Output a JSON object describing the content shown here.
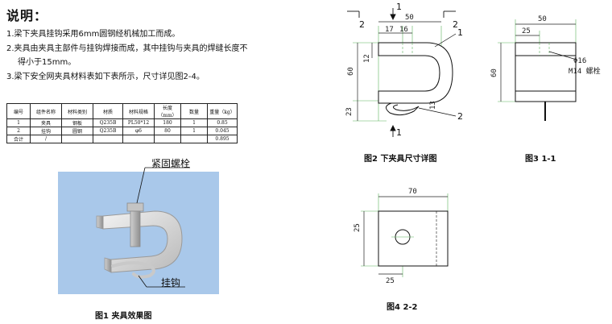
{
  "notes": {
    "title": "说明：",
    "line1": "1.梁下夹具挂钩采用6mm圆钢经机械加工而成。",
    "line2a": "2.夹具由夹具主部件与挂钩焊接而成，其中挂钩与夹具的焊缝长度不",
    "line2b": "得小于15mm。",
    "line3": "3.梁下安全网夹具材料表如下表所示，尺寸详见图2-4。"
  },
  "table": {
    "headers": [
      "编号",
      "组件名称",
      "材料类别",
      "材质",
      "材料规格",
      "长度",
      "数量",
      "重量（kg）"
    ],
    "length_unit": "（mm）",
    "rows": [
      [
        "1",
        "夹具",
        "钢板",
        "Q235B",
        "PL50*12",
        "180",
        "1",
        "0.85"
      ],
      [
        "2",
        "挂钩",
        "圆钢",
        "Q235B",
        "φ6",
        "80",
        "1",
        "0.045"
      ],
      [
        "合计",
        "/",
        "",
        "",
        "",
        "",
        "",
        "0.895"
      ]
    ]
  },
  "figure1": {
    "label_bolt": "紧固螺栓",
    "label_hook": "挂钩",
    "caption": "图1  夹具效果图"
  },
  "figure2": {
    "caption": "图2   下夹具尺寸详图",
    "dims": {
      "width": "50",
      "a": "17",
      "b": "16",
      "height": "60",
      "h12": "12",
      "h23": "23",
      "h13": "13"
    },
    "section_marks": {
      "one_top": "1",
      "one_bottom": "1",
      "two_left": "2",
      "two_right": "2"
    },
    "callouts": {
      "c1": "1",
      "c2": "2"
    }
  },
  "figure3": {
    "caption": "图3  1-1",
    "dims": {
      "width": "50",
      "inner": "25",
      "height": "60"
    },
    "bolt_dia": "Φ16",
    "bolt_name": "M14 螺栓"
  },
  "figure4": {
    "caption": "图4  2-2",
    "dims": {
      "width": "70",
      "height": "25",
      "offset": "25"
    }
  }
}
